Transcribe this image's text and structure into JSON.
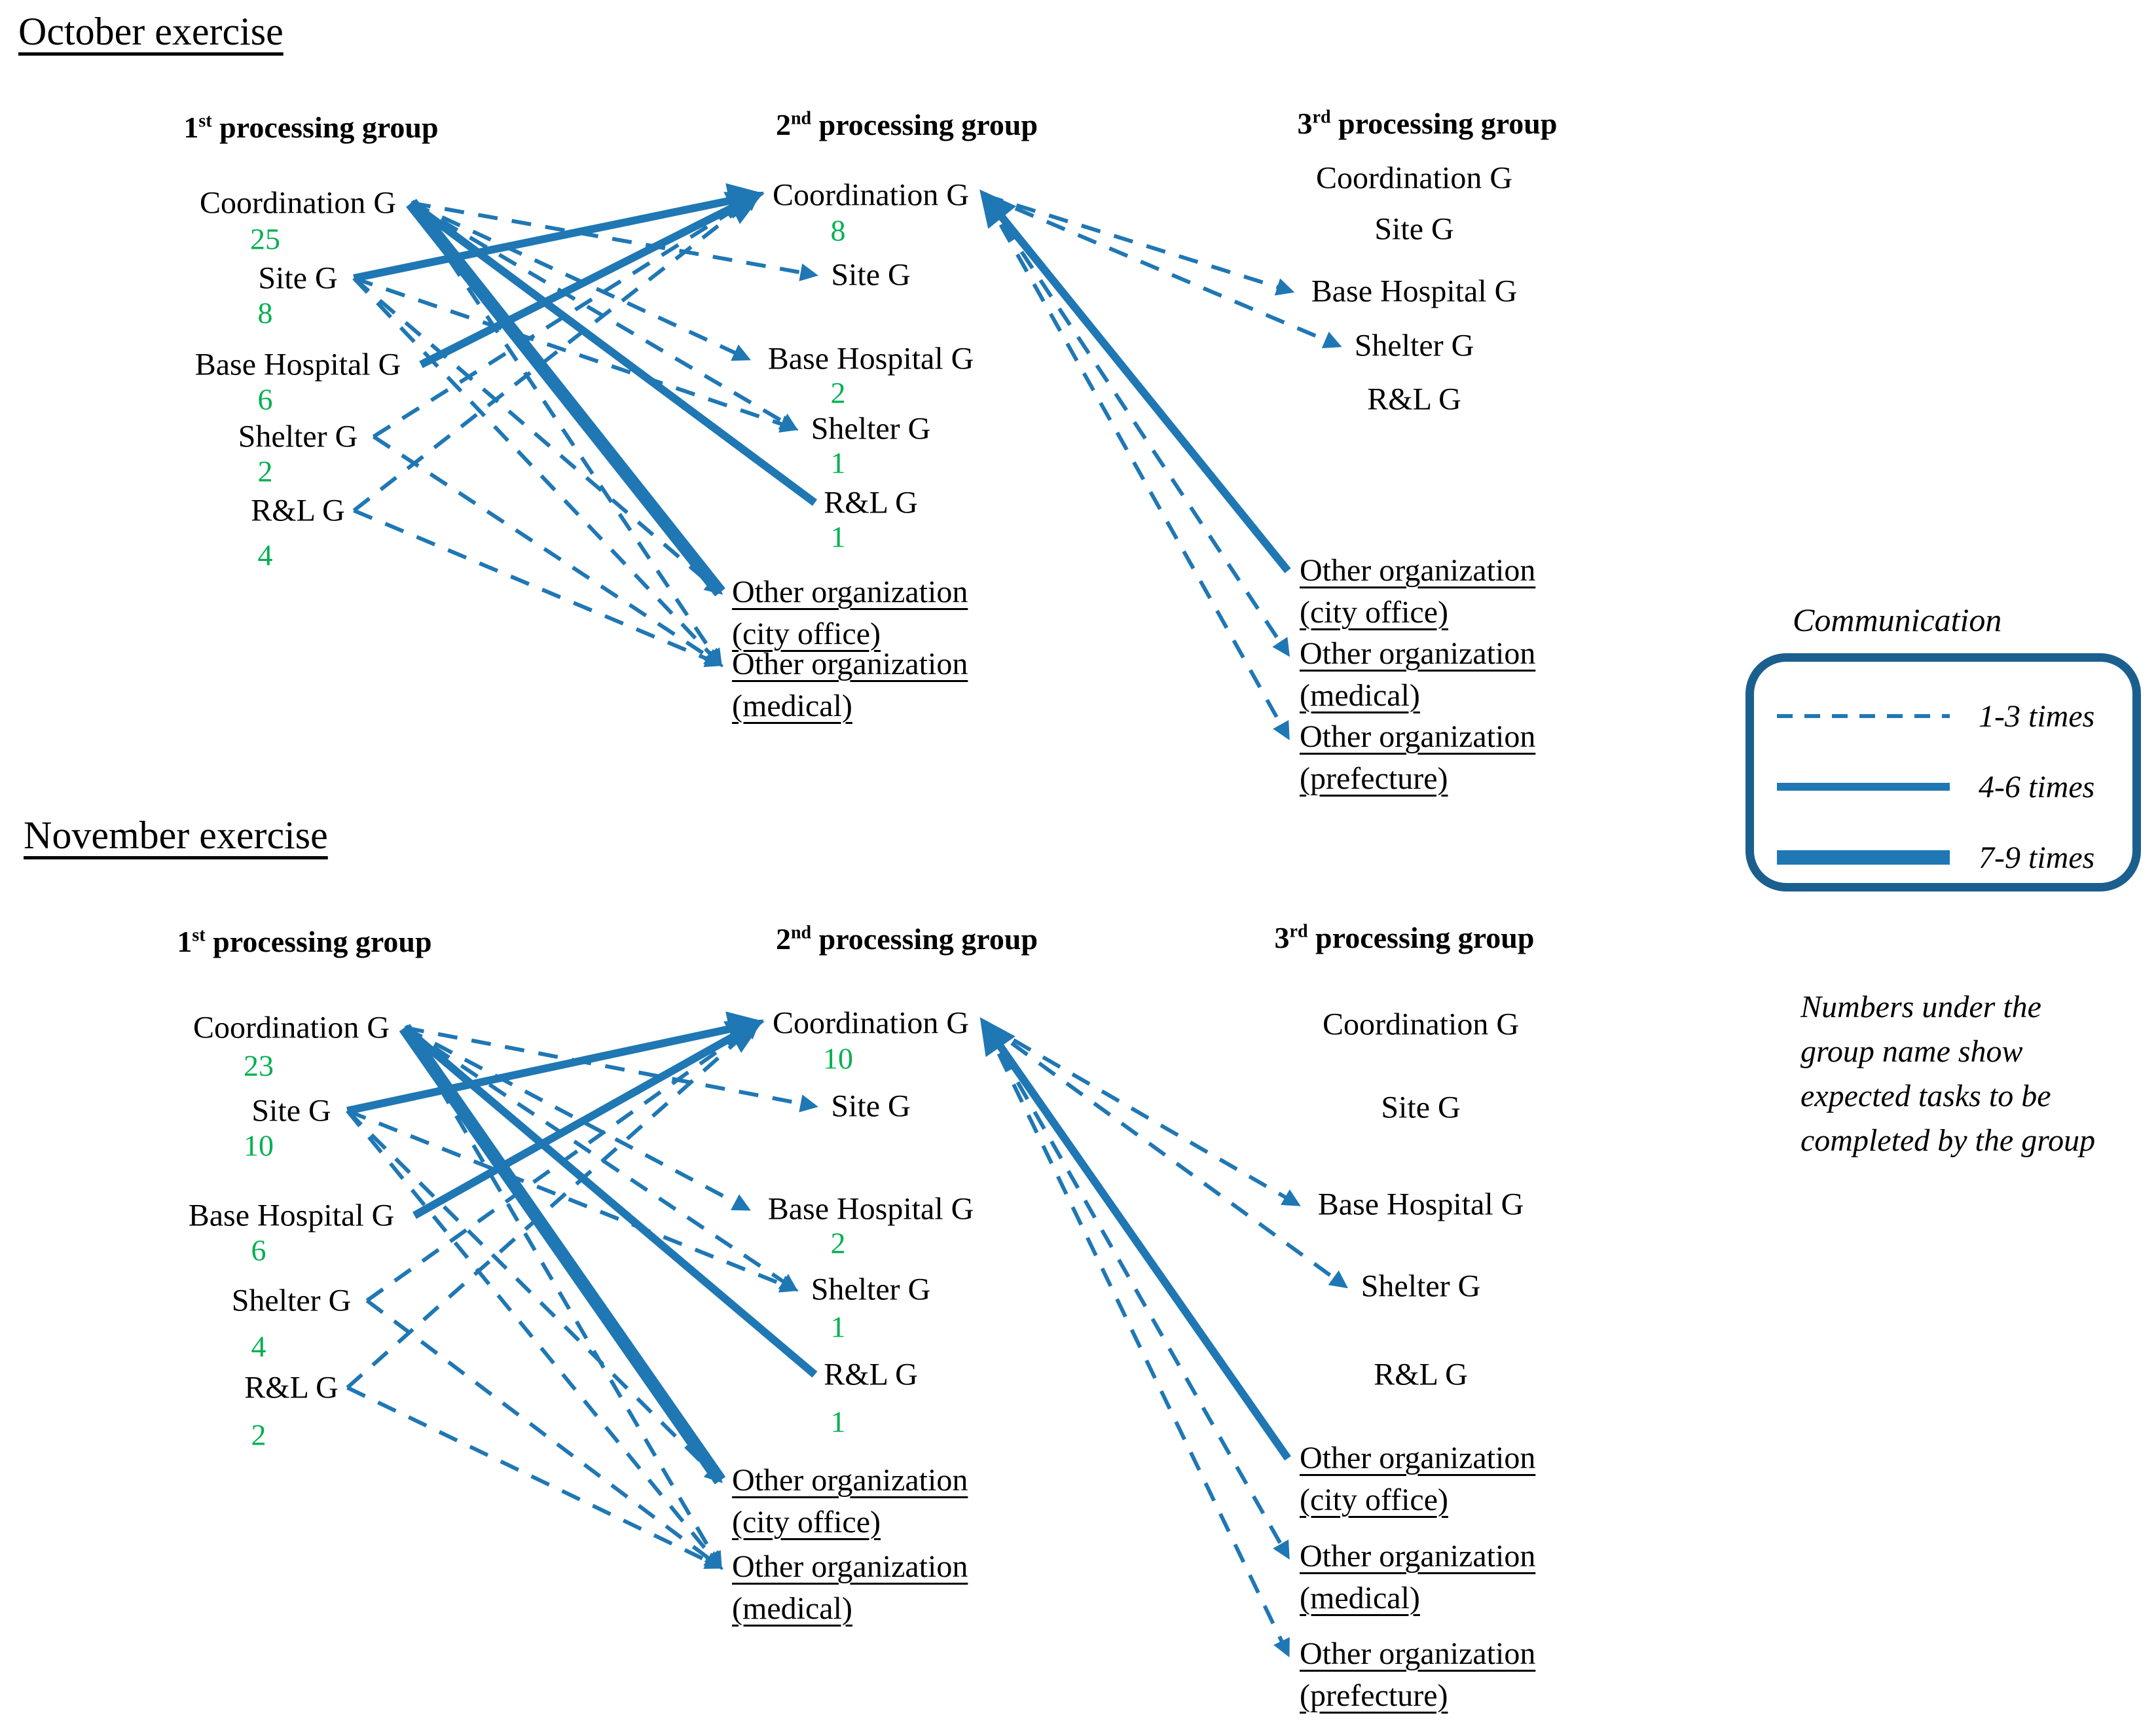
{
  "legend": {
    "title": "Communication",
    "items": [
      {
        "label": "1-3 times",
        "style": "dashed"
      },
      {
        "label": "4-6 times",
        "style": "medium"
      },
      {
        "label": "7-9 times",
        "style": "thick"
      }
    ]
  },
  "note": {
    "lines": [
      "Numbers under the",
      "group name show",
      "expected tasks to be",
      "completed by the group"
    ]
  },
  "colors": {
    "line_blue": "#1f77b4",
    "legend_border_blue": "#1b5f8e",
    "task_number_green": "#00b050",
    "text": "#000000"
  },
  "sections": [
    {
      "id": "october",
      "title": "October exercise",
      "columns": [
        {
          "header": {
            "num": "1",
            "sup": "st",
            "rest": " processing group"
          },
          "items": [
            {
              "id": "coordination",
              "label": "Coordination G",
              "count": "25"
            },
            {
              "id": "site",
              "label": "Site G",
              "count": "8"
            },
            {
              "id": "base",
              "label": "Base Hospital G",
              "count": "6"
            },
            {
              "id": "shelter",
              "label": "Shelter G",
              "count": "2"
            },
            {
              "id": "rl",
              "label": "R&L G",
              "count": "4"
            }
          ]
        },
        {
          "header": {
            "num": "2",
            "sup": "nd",
            "rest": " processing group"
          },
          "items": [
            {
              "id": "coordination",
              "label": "Coordination G",
              "count": "8"
            },
            {
              "id": "site",
              "label": "Site G"
            },
            {
              "id": "base",
              "label": "Base Hospital G",
              "count": "2"
            },
            {
              "id": "shelter",
              "label": "Shelter G",
              "count": "1"
            },
            {
              "id": "rl",
              "label": "R&L G",
              "count": "1"
            },
            {
              "id": "other_city",
              "lines": [
                "Other organization",
                "(city office)"
              ]
            },
            {
              "id": "other_medical",
              "lines": [
                "Other organization",
                "(medical)"
              ]
            }
          ]
        },
        {
          "header": {
            "num": "3",
            "sup": "rd",
            "rest": " processing group"
          },
          "items": [
            {
              "id": "coordination",
              "label": "Coordination G"
            },
            {
              "id": "site",
              "label": "Site G"
            },
            {
              "id": "base",
              "label": "Base Hospital G"
            },
            {
              "id": "shelter",
              "label": "Shelter G"
            },
            {
              "id": "rl",
              "label": "R&L G"
            },
            {
              "id": "other_city",
              "lines": [
                "Other organization",
                "(city office)"
              ]
            },
            {
              "id": "other_medical",
              "lines": [
                "Other organization",
                "(medical)"
              ]
            },
            {
              "id": "other_pref",
              "lines": [
                "Other organization",
                "(prefecture)"
              ]
            }
          ]
        }
      ],
      "connections": [
        {
          "from": "c1.coordination",
          "to": "c2.other_city",
          "times": "7-9",
          "arrow": "none"
        },
        {
          "from": "c1.coordination",
          "to": "c2.rl",
          "times": "4-6",
          "arrow": "none"
        },
        {
          "from": "c1.site",
          "to": "c2.coordination",
          "times": "4-6",
          "arrow": "end"
        },
        {
          "from": "c1.base",
          "to": "c2.coordination",
          "times": "4-6",
          "arrow": "end"
        },
        {
          "from": "c1.coordination",
          "to": "c2.site",
          "times": "1-3",
          "arrow": "end"
        },
        {
          "from": "c1.coordination",
          "to": "c2.base",
          "times": "1-3",
          "arrow": "end"
        },
        {
          "from": "c1.coordination",
          "to": "c2.shelter",
          "times": "1-3",
          "arrow": "end"
        },
        {
          "from": "c1.coordination",
          "to": "c2.other_medical",
          "times": "1-3",
          "arrow": "end"
        },
        {
          "from": "c1.site",
          "to": "c2.shelter",
          "times": "1-3",
          "arrow": "end"
        },
        {
          "from": "c1.site",
          "to": "c2.other_city",
          "times": "1-3",
          "arrow": "end"
        },
        {
          "from": "c1.site",
          "to": "c2.other_medical",
          "times": "1-3",
          "arrow": "end"
        },
        {
          "from": "c1.shelter",
          "to": "c2.coordination",
          "times": "1-3",
          "arrow": "end"
        },
        {
          "from": "c1.shelter",
          "to": "c2.other_medical",
          "times": "1-3",
          "arrow": "end"
        },
        {
          "from": "c1.rl",
          "to": "c2.coordination",
          "times": "1-3",
          "arrow": "end"
        },
        {
          "from": "c1.rl",
          "to": "c2.other_medical",
          "times": "1-3",
          "arrow": "end"
        },
        {
          "from": "c2.coordination",
          "to": "c3.other_city",
          "times": "4-6",
          "arrow": "start"
        },
        {
          "from": "c2.coordination",
          "to": "c3.base",
          "times": "1-3",
          "arrow": "end"
        },
        {
          "from": "c2.coordination",
          "to": "c3.shelter",
          "times": "1-3",
          "arrow": "end"
        },
        {
          "from": "c2.coordination",
          "to": "c3.other_medical",
          "times": "1-3",
          "arrow": "end"
        },
        {
          "from": "c2.coordination",
          "to": "c3.other_pref",
          "times": "1-3",
          "arrow": "end"
        }
      ]
    },
    {
      "id": "november",
      "title": "November exercise",
      "columns": [
        {
          "header": {
            "num": "1",
            "sup": "st",
            "rest": " processing group"
          },
          "items": [
            {
              "id": "coordination",
              "label": "Coordination G",
              "count": "23"
            },
            {
              "id": "site",
              "label": "Site G",
              "count": "10"
            },
            {
              "id": "base",
              "label": "Base Hospital G",
              "count": "6"
            },
            {
              "id": "shelter",
              "label": "Shelter G",
              "count": "4"
            },
            {
              "id": "rl",
              "label": "R&L G",
              "count": "2"
            }
          ]
        },
        {
          "header": {
            "num": "2",
            "sup": "nd",
            "rest": " processing group"
          },
          "items": [
            {
              "id": "coordination",
              "label": "Coordination G",
              "count": "10"
            },
            {
              "id": "site",
              "label": "Site G"
            },
            {
              "id": "base",
              "label": "Base Hospital G",
              "count": "2"
            },
            {
              "id": "shelter",
              "label": "Shelter G",
              "count": "1"
            },
            {
              "id": "rl",
              "label": "R&L G",
              "count": "1"
            },
            {
              "id": "other_city",
              "lines": [
                "Other organization",
                "(city office)"
              ]
            },
            {
              "id": "other_medical",
              "lines": [
                "Other organization",
                "(medical)"
              ]
            }
          ]
        },
        {
          "header": {
            "num": "3",
            "sup": "rd",
            "rest": " processing group"
          },
          "items": [
            {
              "id": "coordination",
              "label": "Coordination G"
            },
            {
              "id": "site",
              "label": "Site G"
            },
            {
              "id": "base",
              "label": "Base Hospital G"
            },
            {
              "id": "shelter",
              "label": "Shelter G"
            },
            {
              "id": "rl",
              "label": "R&L G"
            },
            {
              "id": "other_city",
              "lines": [
                "Other organization",
                "(city office)"
              ]
            },
            {
              "id": "other_medical",
              "lines": [
                "Other organization",
                "(medical)"
              ]
            },
            {
              "id": "other_pref",
              "lines": [
                "Other organization",
                "(prefecture)"
              ]
            }
          ]
        }
      ],
      "connections": [
        {
          "from": "c1.coordination",
          "to": "c2.other_city",
          "times": "7-9",
          "arrow": "none"
        },
        {
          "from": "c1.coordination",
          "to": "c2.rl",
          "times": "4-6",
          "arrow": "none"
        },
        {
          "from": "c1.site",
          "to": "c2.coordination",
          "times": "4-6",
          "arrow": "end"
        },
        {
          "from": "c1.base",
          "to": "c2.coordination",
          "times": "4-6",
          "arrow": "end"
        },
        {
          "from": "c1.coordination",
          "to": "c2.site",
          "times": "1-3",
          "arrow": "end"
        },
        {
          "from": "c1.coordination",
          "to": "c2.base",
          "times": "1-3",
          "arrow": "end"
        },
        {
          "from": "c1.coordination",
          "to": "c2.shelter",
          "times": "1-3",
          "arrow": "end"
        },
        {
          "from": "c1.coordination",
          "to": "c2.other_medical",
          "times": "1-3",
          "arrow": "end"
        },
        {
          "from": "c1.site",
          "to": "c2.shelter",
          "times": "1-3",
          "arrow": "end"
        },
        {
          "from": "c1.site",
          "to": "c2.other_city",
          "times": "1-3",
          "arrow": "end"
        },
        {
          "from": "c1.site",
          "to": "c2.other_medical",
          "times": "1-3",
          "arrow": "end"
        },
        {
          "from": "c1.shelter",
          "to": "c2.coordination",
          "times": "1-3",
          "arrow": "end"
        },
        {
          "from": "c1.shelter",
          "to": "c2.other_medical",
          "times": "1-3",
          "arrow": "end"
        },
        {
          "from": "c1.rl",
          "to": "c2.coordination",
          "times": "1-3",
          "arrow": "end"
        },
        {
          "from": "c1.rl",
          "to": "c2.other_medical",
          "times": "1-3",
          "arrow": "end"
        },
        {
          "from": "c2.coordination",
          "to": "c3.other_city",
          "times": "4-6",
          "arrow": "start"
        },
        {
          "from": "c2.coordination",
          "to": "c3.base",
          "times": "1-3",
          "arrow": "end"
        },
        {
          "from": "c2.coordination",
          "to": "c3.shelter",
          "times": "1-3",
          "arrow": "end"
        },
        {
          "from": "c2.coordination",
          "to": "c3.other_medical",
          "times": "1-3",
          "arrow": "end"
        },
        {
          "from": "c2.coordination",
          "to": "c3.other_pref",
          "times": "1-3",
          "arrow": "end"
        }
      ]
    }
  ]
}
